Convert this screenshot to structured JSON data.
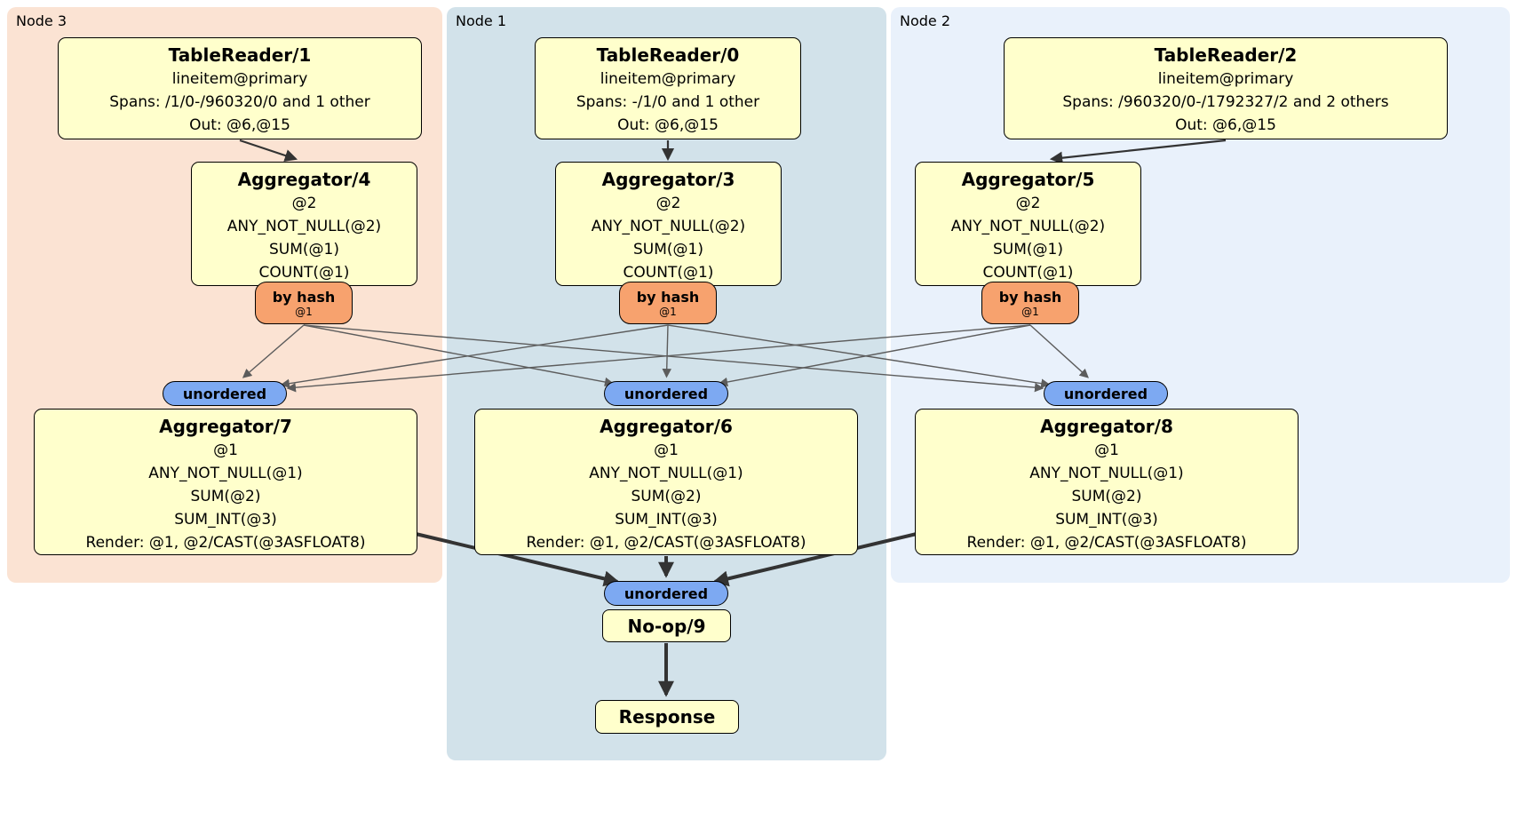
{
  "regions": [
    {
      "id": "node3",
      "label": "Node 3"
    },
    {
      "id": "node1",
      "label": "Node 1"
    },
    {
      "id": "node2",
      "label": "Node 2"
    }
  ],
  "nodes": {
    "tablereader1": {
      "title": "TableReader/1",
      "lines": [
        "lineitem@primary",
        "Spans: /1/0-/960320/0 and 1 other",
        "Out: @6,@15"
      ]
    },
    "tablereader0": {
      "title": "TableReader/0",
      "lines": [
        "lineitem@primary",
        "Spans: -/1/0 and 1 other",
        "Out: @6,@15"
      ]
    },
    "tablereader2": {
      "title": "TableReader/2",
      "lines": [
        "lineitem@primary",
        "Spans: /960320/0-/1792327/2 and 2 others",
        "Out: @6,@15"
      ]
    },
    "aggregator4": {
      "title": "Aggregator/4",
      "lines": [
        "@2",
        "ANY_NOT_NULL(@2)",
        "SUM(@1)",
        "COUNT(@1)"
      ]
    },
    "aggregator3": {
      "title": "Aggregator/3",
      "lines": [
        "@2",
        "ANY_NOT_NULL(@2)",
        "SUM(@1)",
        "COUNT(@1)"
      ]
    },
    "aggregator5": {
      "title": "Aggregator/5",
      "lines": [
        "@2",
        "ANY_NOT_NULL(@2)",
        "SUM(@1)",
        "COUNT(@1)"
      ]
    },
    "aggregator7": {
      "title": "Aggregator/7",
      "lines": [
        "@1",
        "ANY_NOT_NULL(@1)",
        "SUM(@2)",
        "SUM_INT(@3)",
        "Render: @1, @2/CAST(@3ASFLOAT8)"
      ]
    },
    "aggregator6": {
      "title": "Aggregator/6",
      "lines": [
        "@1",
        "ANY_NOT_NULL(@1)",
        "SUM(@2)",
        "SUM_INT(@3)",
        "Render: @1, @2/CAST(@3ASFLOAT8)"
      ]
    },
    "aggregator8": {
      "title": "Aggregator/8",
      "lines": [
        "@1",
        "ANY_NOT_NULL(@1)",
        "SUM(@2)",
        "SUM_INT(@3)",
        "Render: @1, @2/CAST(@3ASFLOAT8)"
      ]
    },
    "noop9": {
      "title": "No-op/9"
    },
    "response": {
      "title": "Response"
    }
  },
  "routers": {
    "by_hash": {
      "label": "by hash",
      "detail": "@1"
    },
    "unordered": {
      "label": "unordered"
    }
  },
  "colors": {
    "region_node3": "#fbe3d3",
    "region_node1": "#d2e2ea",
    "region_node2": "#e9f1fb",
    "box_fill": "#ffffcc",
    "box_border": "#000000",
    "hash_fill": "#f7a26e",
    "unordered_fill": "#7da9f2",
    "edge_thin": "#5c5c5c",
    "edge_thick": "#333333"
  }
}
